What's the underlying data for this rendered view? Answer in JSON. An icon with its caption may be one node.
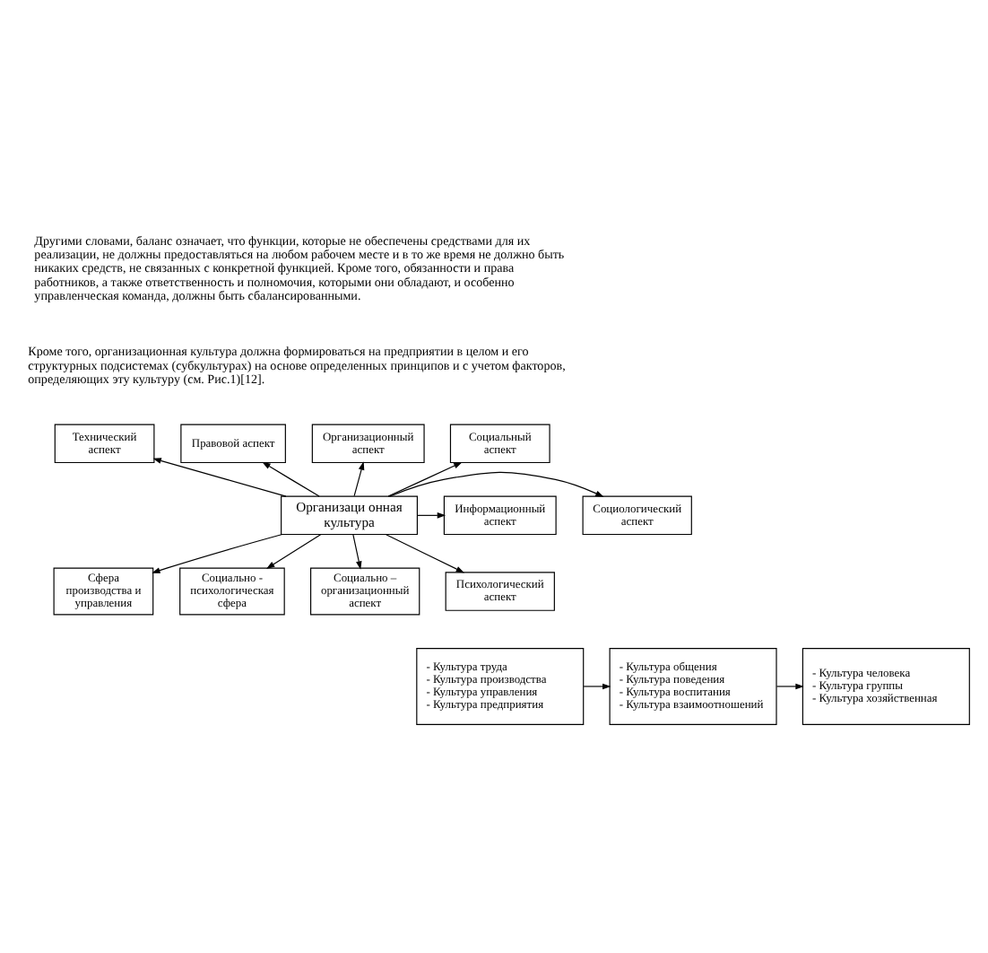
{
  "diagram": {
    "nodes": [
      {
        "text": [
          "Социальный аспект"
        ]
      },
      {
        "text": [
          "Технический аспект"
        ]
      },
      {
        "text": [
          "Правовой аспект"
        ]
      },
      {
        "text": [
          "Организационный аспект"
        ]
      },
      {
        "text": [
          "Информационный аспект"
        ]
      },
      {
        "text": [
          "Организаци онная культура"
        ]
      },
      {
        "text": [
          "Социологический аспект"
        ]
      },
      {
        "text": [
          "Психологический аспект"
        ]
      },
      {
        "text": [
          "Сфера производства и управления"
        ]
      },
      {
        "text": [
          "Социально - психологическая сфера"
        ]
      },
      {
        "text": [
          "Социально – организационный аспект"
        ]
      },
      {
        "text": [
          "- Культура труда",
          "- Культура производства",
          "- Культура управления",
          "- Культура предприятия"
        ]
      },
      {
        "text": [
          "- Культура общения",
          "- Культура поведения",
          "- Культура воспитания",
          "- Культура взаимоотношений"
        ]
      },
      {
        "text": [
          "- Культура человека",
          "- Культура группы",
          "- Культура хозяйственная"
        ]
      }
    ],
    "edges": [
      {
        "from": 5,
        "to": 0,
        "arrow": "to"
      },
      {
        "from": 5,
        "to": 1,
        "arrow": "to"
      },
      {
        "from": 5,
        "to": 2,
        "arrow": "to"
      },
      {
        "from": 5,
        "to": 3,
        "arrow": "to"
      },
      {
        "from": 5,
        "to": 4,
        "arrow": "to"
      },
      {
        "from": 5,
        "to": 6,
        "arrow": "to"
      },
      {
        "from": 5,
        "to": 7,
        "arrow": "to"
      },
      {
        "from": 5,
        "to": 8,
        "arrow": "to"
      },
      {
        "from": 5,
        "to": 9,
        "arrow": "to"
      },
      {
        "from": 5,
        "to": 10,
        "arrow": "to"
      },
      {
        "from": 11,
        "to": 12,
        "arrow": "to"
      },
      {
        "from": 12,
        "to": 13,
        "arrow": "to"
      }
    ],
    "labels": [
      "Другими словами, баланс означает, что функции, которые не обеспечены средствами для их реализации, не должны предоставляться на любом рабочем месте и в то же время не должно быть никаких средств, не связанных с конкретной функцией. Кроме того, обязанности и права работников, а также ответственность и полномочия, которыми они обладают, и особенно управленческая команда, должны быть сбалансированными.",
      "Кроме того, организационная культура должна формироваться на предприятии в целом и его структурных подсистемах (субкультурах) на основе определенных принципов и с учетом факторов, определяющих эту культуру (см. Рис.1)[12]."
    ]
  }
}
